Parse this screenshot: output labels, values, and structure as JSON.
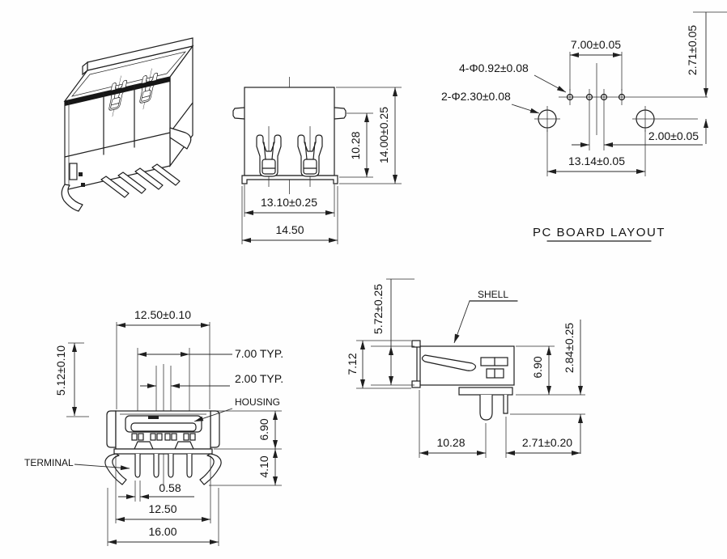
{
  "views": {
    "front_top": {
      "dim_slot_width": "13.10±0.25",
      "dim_overall_width": "14.50",
      "dim_body_height": "10.28",
      "dim_overall_height": "14.00±0.25"
    },
    "pcb": {
      "callout_pin_holes": "4-Φ0.92±0.08",
      "callout_shell_holes": "2-Φ2.30±0.08",
      "dim_pin_span": "7.00±0.05",
      "dim_row_offset": "2.71±0.05",
      "dim_center_pitch": "2.00±0.05",
      "dim_shell_hole_span": "13.14±0.05",
      "caption": "PC BOARD LAYOUT"
    },
    "rear": {
      "dim_top_width": "12.50±0.10",
      "dim_pin_span": "7.00 TYP.",
      "dim_center_pitch": "2.00 TYP.",
      "label_housing": "HOUSING",
      "label_terminal": "TERMINAL",
      "dim_terminal_height": "5.12±0.10",
      "dim_body_height": "6.90",
      "dim_leg_height": "4.10",
      "dim_terminal_width": "0.58",
      "dim_body_width": "12.50",
      "dim_overall_width": "16.00"
    },
    "side": {
      "label_shell": "SHELL",
      "dim_shell_opening": "5.72±0.25",
      "dim_overall_height": "7.12",
      "dim_body_depth": "6.90",
      "dim_standoff": "2.84±0.25",
      "dim_face_to_lock": "10.28",
      "dim_lock_to_pin": "2.71±0.20"
    }
  }
}
